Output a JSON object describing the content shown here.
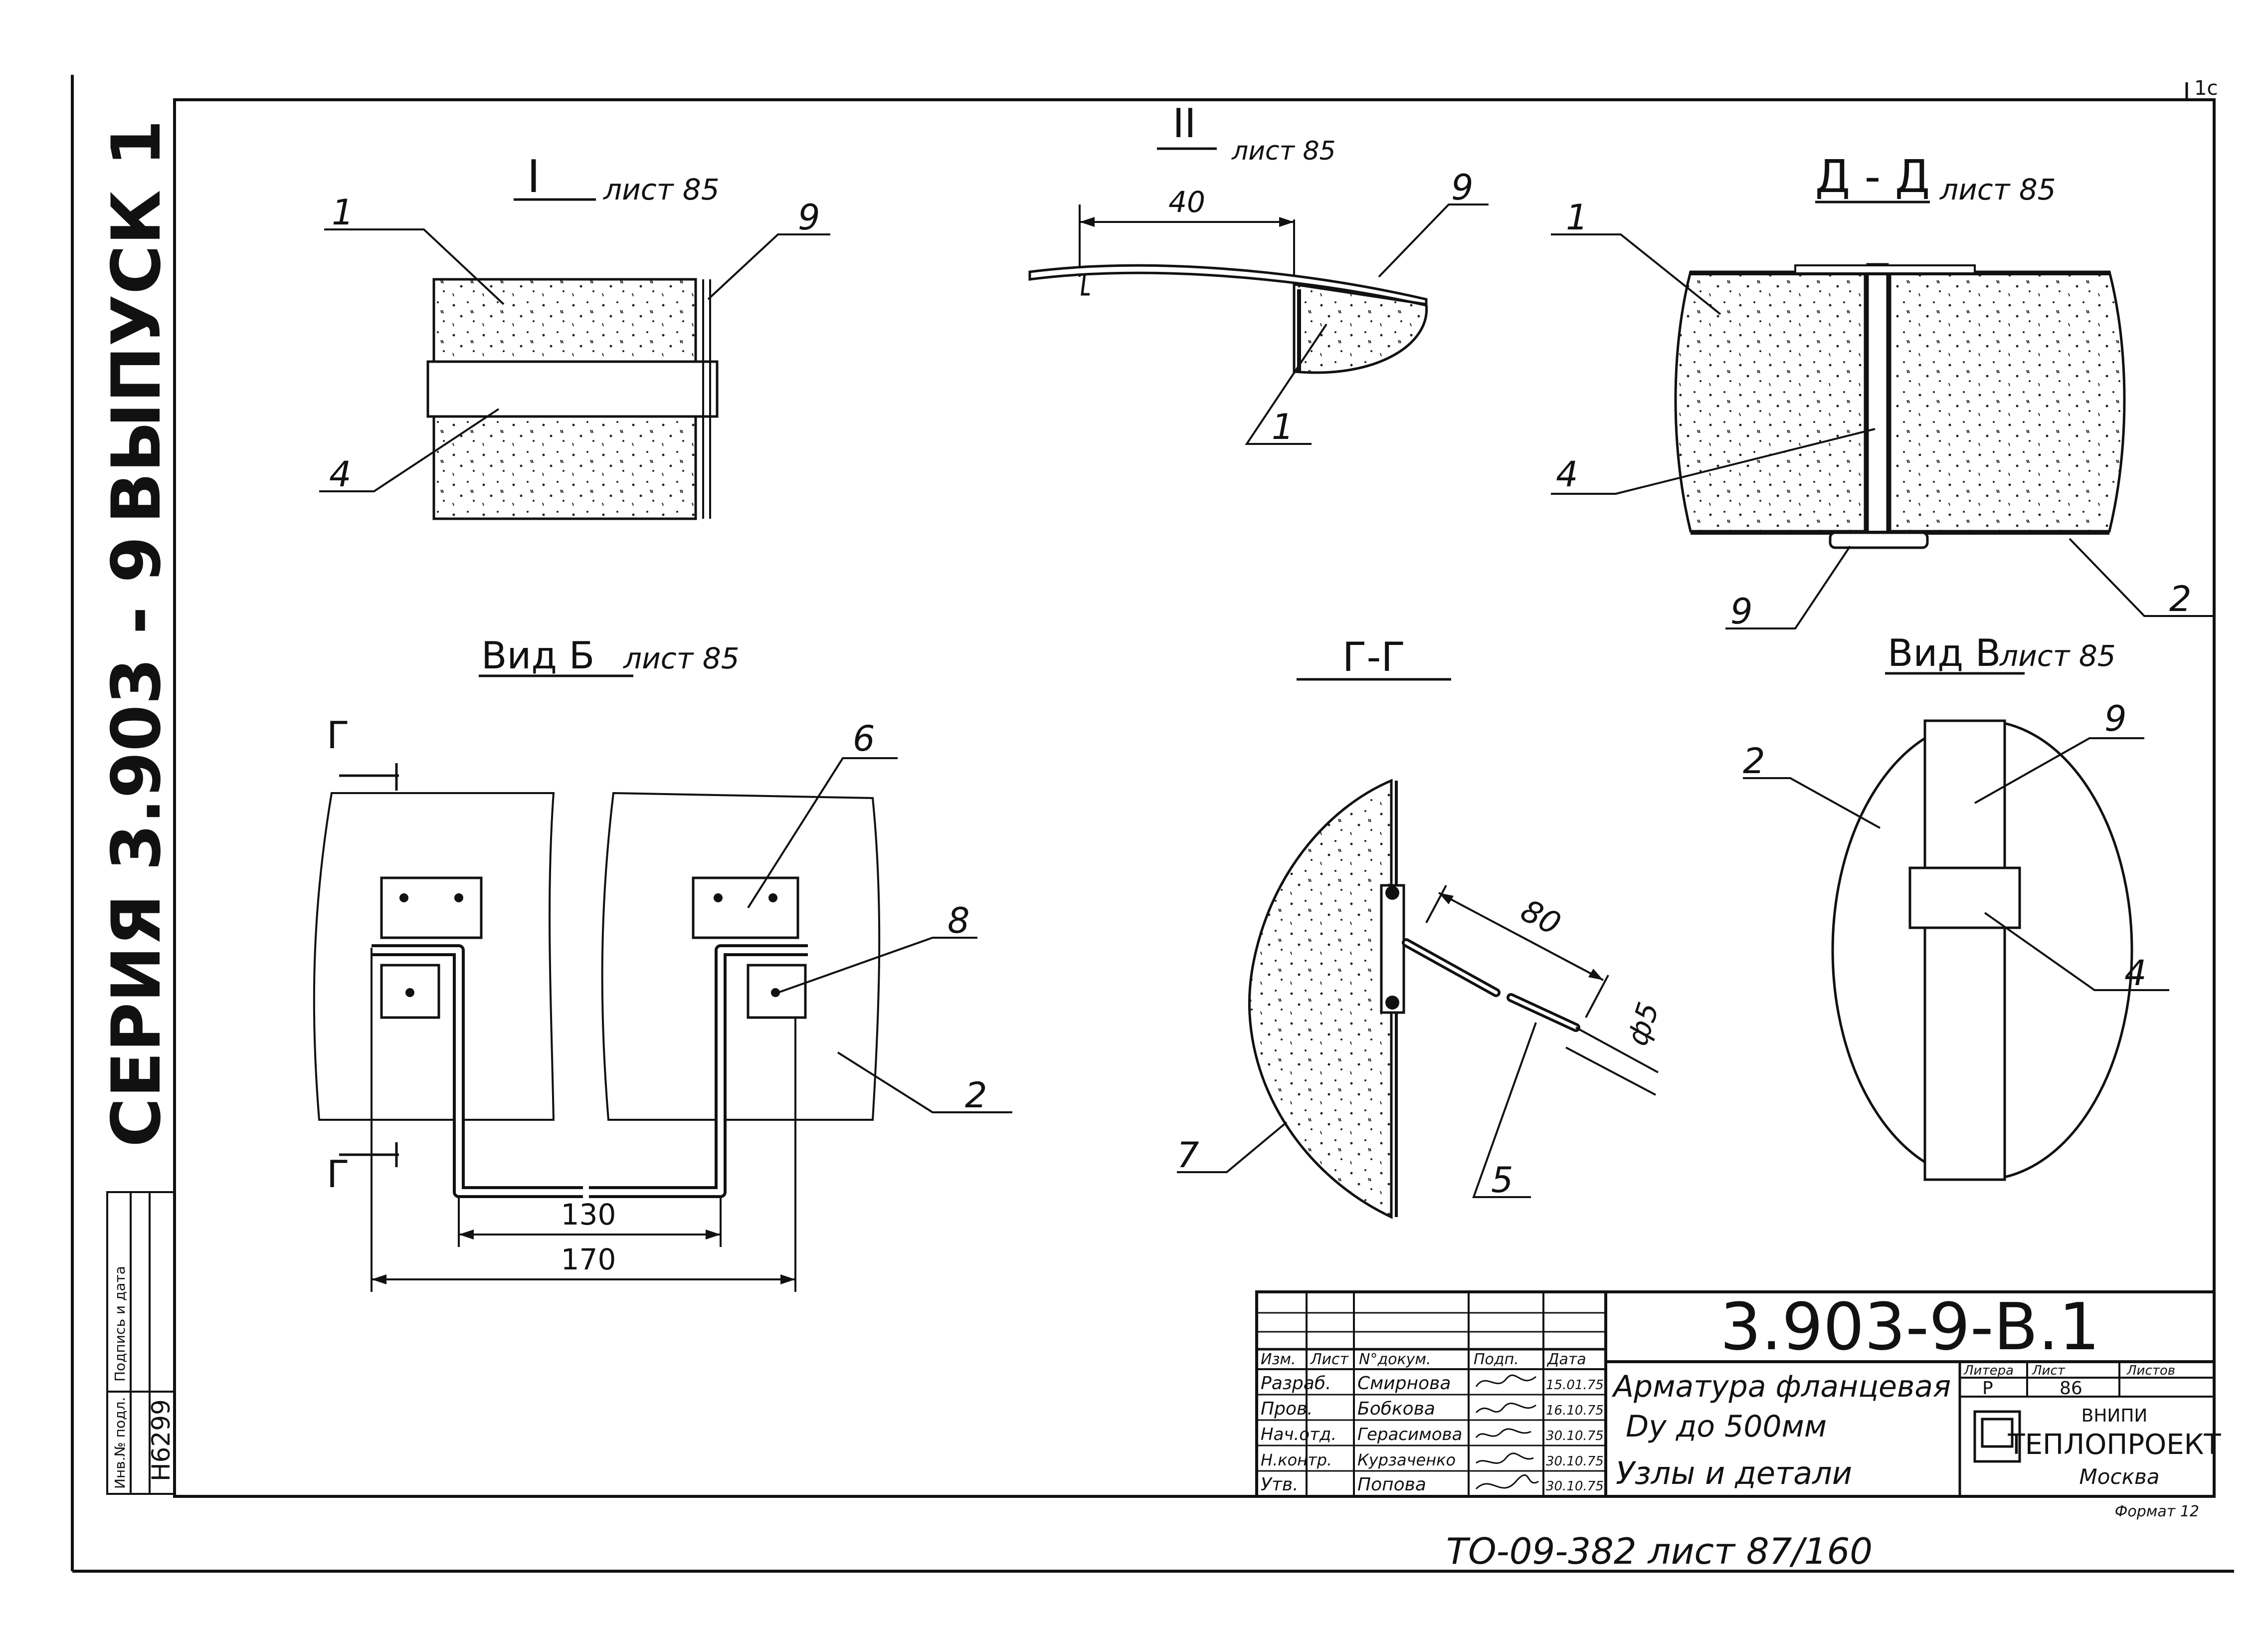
{
  "series_block": {
    "vypusk": "ВЫПУСК 1",
    "seriya": "СЕРИЯ 3.903 - 9"
  },
  "corner_mark": "1с",
  "side_stamp": {
    "podpis": "Подпись и дата",
    "inv_label": "Инв.№ подл.",
    "inv_value": "Н6299"
  },
  "views": {
    "I": {
      "title": "I",
      "ref": "лист 85",
      "labels": [
        "1",
        "9",
        "4"
      ]
    },
    "II": {
      "title": "II",
      "ref": "лист 85",
      "dim": "40",
      "labels": [
        "9",
        "1"
      ]
    },
    "DD": {
      "title": "Д - Д",
      "ref": "лист 85",
      "labels": [
        "1",
        "4",
        "9",
        "2"
      ]
    },
    "B": {
      "title": "Вид Б",
      "ref": "лист 85",
      "section": "Г",
      "labels": [
        "6",
        "8",
        "2"
      ],
      "dims": [
        "130",
        "170"
      ]
    },
    "GG": {
      "title": "Г-Г",
      "dim": "80",
      "dia": "ф5",
      "labels": [
        "7",
        "5"
      ]
    },
    "V": {
      "title": "Вид В",
      "ref": "лист 85",
      "labels": [
        "2",
        "9",
        "4"
      ]
    }
  },
  "title_block": {
    "doc_number": "3.903-9-В.1",
    "name_line1": "Арматура фланцевая",
    "name_line2": "Dу до 500мм",
    "name_line3": "Узлы и детали",
    "col_headers": [
      "Изм.",
      "Лист",
      "N°докум.",
      "Подп.",
      "Дата"
    ],
    "rows": [
      {
        "role": "Разраб.",
        "name": "Смирнова",
        "sign": "",
        "date": "15.01.75"
      },
      {
        "role": "Пров.",
        "name": "Бобкова",
        "sign": "",
        "date": "16.10.75"
      },
      {
        "role": "Нач.отд.",
        "name": "Герасимова",
        "sign": "",
        "date": "30.10.75"
      },
      {
        "role": "Н.контр.",
        "name": "Курзаченко",
        "sign": "",
        "date": "30.10.75"
      },
      {
        "role": "Утв.",
        "name": "Попова",
        "sign": "",
        "date": "30.10.75"
      }
    ],
    "litera_label": "Литера",
    "list_label": "Лист",
    "listov_label": "Листов",
    "litera": "Р",
    "list": "86",
    "org_line1": "ВНИПИ",
    "org_line2": "ТЕПЛОПРОЕКТ",
    "org_line3": "Москва",
    "format": "Формат 12"
  },
  "footer_ref": "ТО-09-382 лист 87/160"
}
